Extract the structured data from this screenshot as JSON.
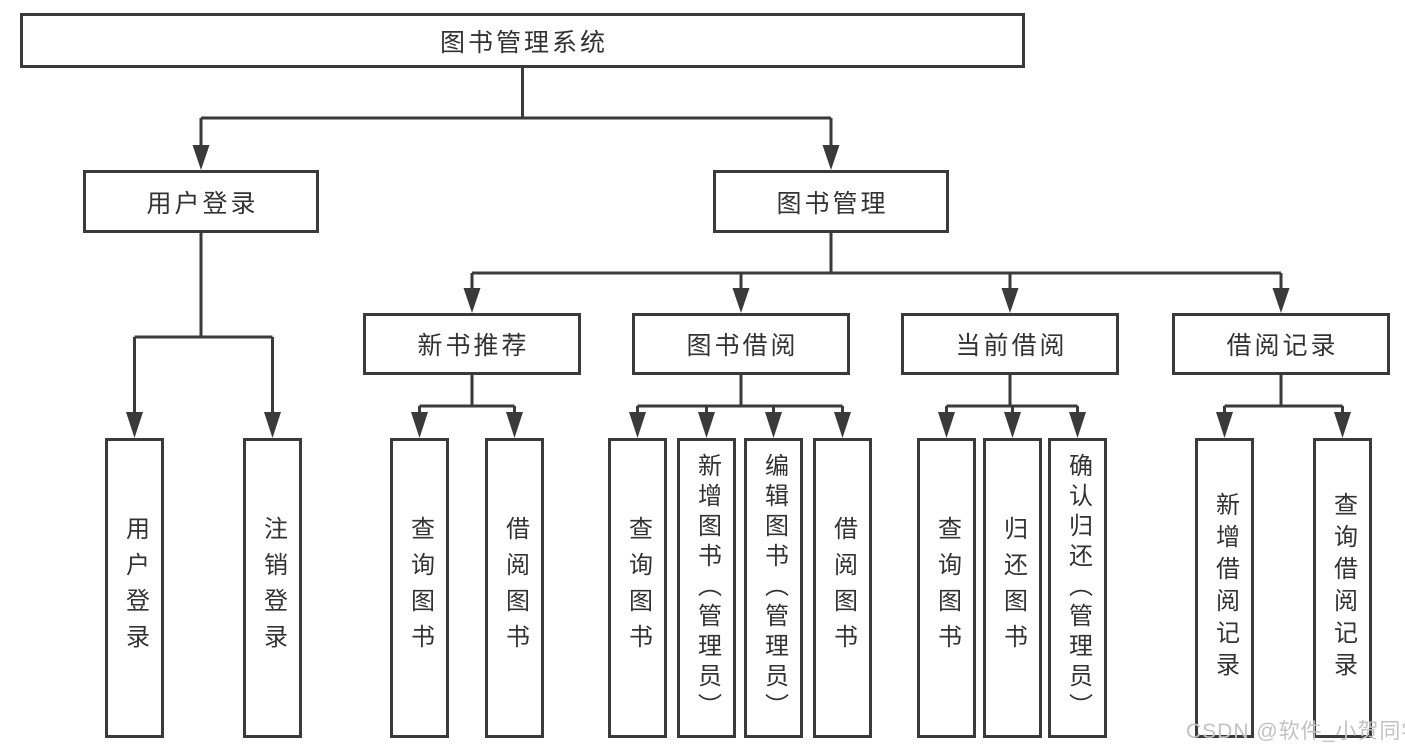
{
  "diagram": {
    "root": {
      "label": "图书管理系统",
      "children": [
        {
          "label": "用户登录",
          "children": [
            {
              "label": "用户登录"
            },
            {
              "label": "注销登录"
            }
          ]
        },
        {
          "label": "图书管理",
          "children": [
            {
              "label": "新书推荐",
              "children": [
                {
                  "label": "查询图书"
                },
                {
                  "label": "借阅图书"
                }
              ]
            },
            {
              "label": "图书借阅",
              "children": [
                {
                  "label": "查询图书"
                },
                {
                  "label": "新增图书（管理员）"
                },
                {
                  "label": "编辑图书（管理员）"
                },
                {
                  "label": "借阅图书"
                }
              ]
            },
            {
              "label": "当前借阅",
              "children": [
                {
                  "label": "查询图书"
                },
                {
                  "label": "归还图书"
                },
                {
                  "label": "确认归还（管理员）"
                }
              ]
            },
            {
              "label": "借阅记录",
              "children": [
                {
                  "label": "新增借阅记录"
                },
                {
                  "label": "查询借阅记录"
                }
              ]
            }
          ]
        }
      ]
    }
  },
  "watermark": {
    "text": "CSDN @软件_小贺同学"
  },
  "colors": {
    "line": "#3a3a3a",
    "text": "#333333",
    "background": "#ffffff",
    "watermark": "#c2c2c2"
  }
}
